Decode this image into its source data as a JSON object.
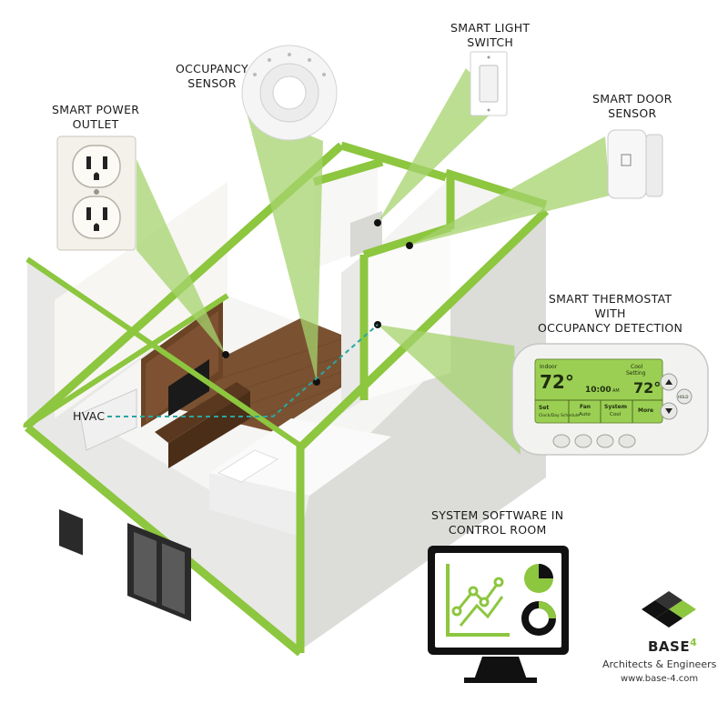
{
  "labels": {
    "smart_power_outlet": [
      "SMART POWER",
      "OUTLET"
    ],
    "occupancy_sensor": [
      "OCCUPANCY",
      "SENSOR"
    ],
    "smart_light_switch": [
      "SMART LIGHT",
      "SWITCH"
    ],
    "smart_door_sensor": [
      "SMART DOOR",
      "SENSOR"
    ],
    "smart_thermostat": [
      "SMART THERMOSTAT",
      "WITH",
      "OCCUPANCY DETECTION"
    ],
    "hvac": "HVAC",
    "system_software": [
      "SYSTEM SOFTWARE IN",
      "CONTROL ROOM"
    ]
  },
  "thermostat": {
    "indoor_label": "Indoor",
    "indoor_temp": "72°",
    "time": "10:00",
    "time_suffix": "AM",
    "cool_label": "Cool",
    "setting_label": "Setting",
    "setting_temp": "72°",
    "menu": {
      "set": "Set",
      "set_sub": "Clock/Day Schedule",
      "fan": "Fan",
      "fan_sub": "Auto",
      "system": "System",
      "system_sub": "Cool",
      "more": "More"
    },
    "hold_label": "HOLD"
  },
  "brand": {
    "name": "BASE",
    "name_sup": "4",
    "tagline": "Architects & Engineers",
    "url": "www.base-4.com"
  },
  "colors": {
    "accent_green": "#8dc63f",
    "beam_green": "#a6d36d",
    "hvac_line": "#2aa6a0",
    "floor_wood": "#7a5232",
    "wall_white": "#f2f2f0"
  }
}
